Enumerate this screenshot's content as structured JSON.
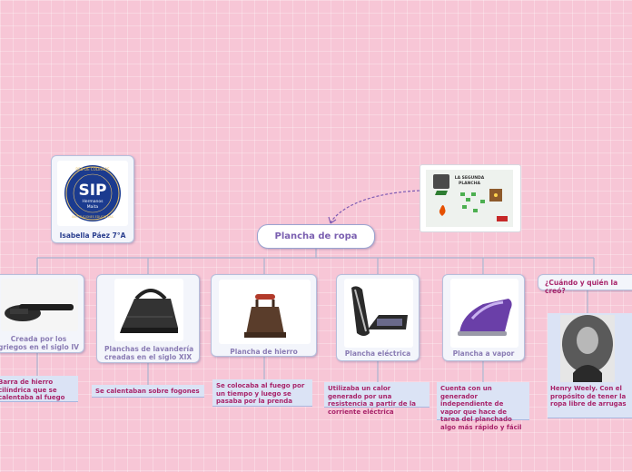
{
  "central": {
    "title": "Plancha de ropa"
  },
  "author": {
    "name": "Isabella Páez 7°A"
  },
  "logo": {
    "letters": "SIP",
    "ring_top": "RED DE COLEGIOS",
    "line1": "Hermanos",
    "line2": "Maita",
    "ring_bottom": "INSTITUCIONES EDUCATIVAS",
    "color": "#1b3b8f"
  },
  "poster": {
    "title_line1": "LA SEGUNDA",
    "title_line2": "PLANCHA"
  },
  "branches": [
    {
      "caption": "Creada por los griegos en el siglo IV",
      "detail": "Barra de hierro cilíndrica que se calentaba al fuego",
      "icon": "iron-bar-icon"
    },
    {
      "caption": "Planchas de lavandería creadas en el siglo XIX",
      "detail": "Se calentaban sobre fogones",
      "icon": "laundry-iron-icon"
    },
    {
      "caption": "Plancha de hierro",
      "detail": "Se colocaba al fuego por un tiempo y luego se pasaba por la prenda",
      "icon": "cast-iron-icon"
    },
    {
      "caption": "Plancha eléctrica",
      "detail": "Utilizaba un calor generado por una resistencia a partir de la corriente eléctrica",
      "icon": "electric-iron-icon"
    },
    {
      "caption": "Plancha a vapor",
      "detail": "Cuenta con un generador independiente de vapor que hace de tarea del planchado algo más rápido y fácil",
      "icon": "steam-iron-icon"
    },
    {
      "caption": "¿Cuándo y quién la creó?",
      "detail": "Henry Weely. Con el propósito de tener la ropa libre de arrugas",
      "icon": "portrait-icon"
    }
  ],
  "colors": {
    "background": "#f7c6d6",
    "accent": "#8a7cb4",
    "detail_text": "#a8246a",
    "connector": "#a9b4cf",
    "dashed": "#7f5bb3"
  }
}
